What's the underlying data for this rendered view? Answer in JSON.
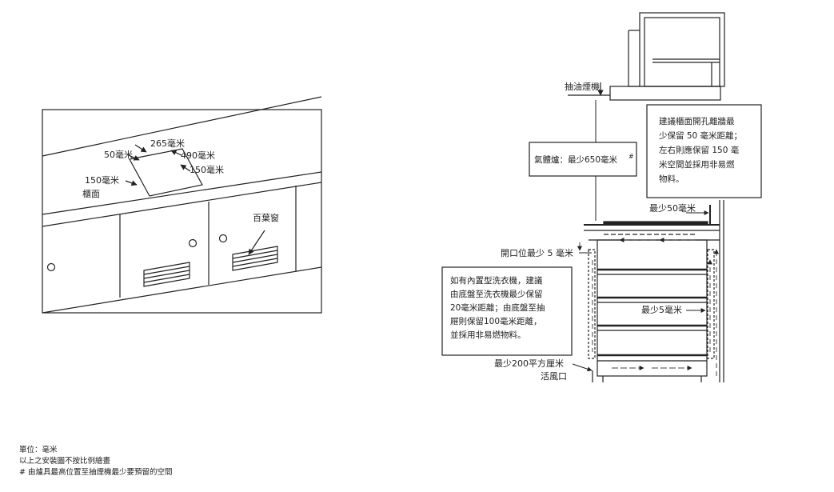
{
  "left_diagram": {
    "dim_top": "265毫米",
    "dim_left": "50毫米",
    "dim_right": "490毫米",
    "dim_right_lower": "150毫米",
    "dim_front": "150毫米",
    "countertop": "櫃面",
    "louver": "百葉窗"
  },
  "right_diagram": {
    "hood": "抽油煙機",
    "gas_label": "氣體爐：最少650毫米",
    "gas_mark": "#",
    "wall_note": [
      "建議櫃面開孔離牆最",
      "少保留 50 毫米距離；",
      "左右則應保留 150 毫",
      "米空間並採用非易燃",
      "物料。"
    ],
    "min50": "最少50毫米",
    "opening": "開口位最少 5 毫米",
    "washer_note": [
      "如有內置型洗衣機，建議",
      "由底盤至洗衣機最少保留",
      "20毫米距離；由底盤至抽",
      "屜則保留100毫米距離，",
      "並採用非易燃物料。"
    ],
    "min5": "最少5毫米",
    "vent_line1": "最少200平方厘米",
    "vent_line2": "活風口"
  },
  "footer": {
    "unit": "單位：毫米",
    "scale": "以上之安裝圖不按比例繪畫",
    "hash_note": "# 由爐具最高位置至抽煙機最少要預留的空間"
  }
}
